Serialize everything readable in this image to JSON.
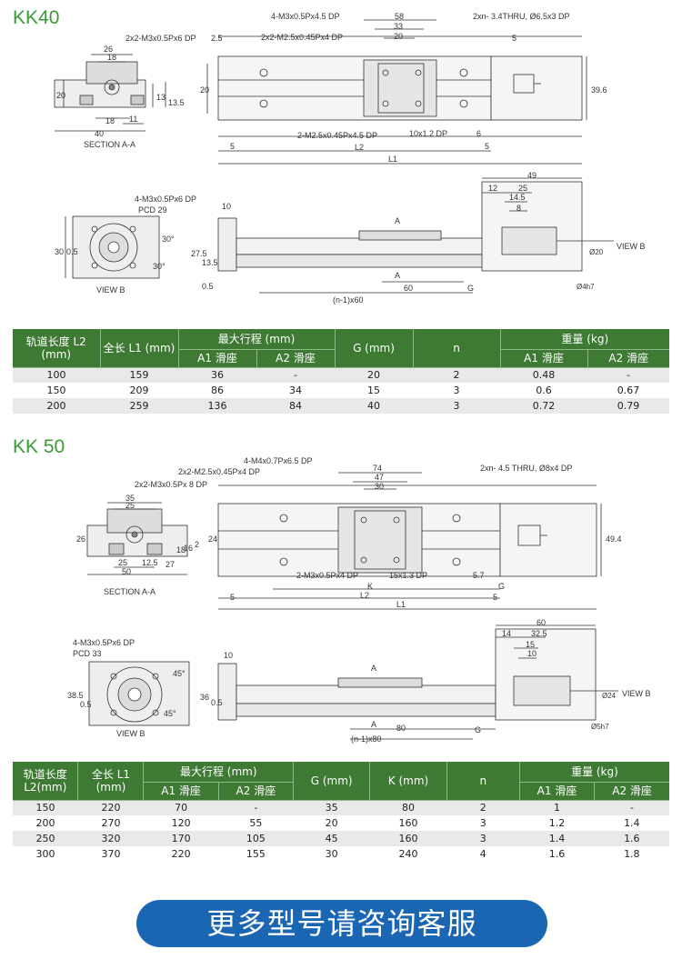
{
  "kk40": {
    "title": "KK40",
    "labels": {
      "m3_4": "4-M3x0.5Px4.5 DP",
      "m3_2": "2x2-M3x0.5Px6 DP",
      "m25_2": "2x2-M2.5x0.45Px4 DP",
      "thru": "2xn- 3.4THRU, Ø6.5x3 DP",
      "d58": "58",
      "d33": "33",
      "d20": "20",
      "d5": "5",
      "d26": "26",
      "d18": "18",
      "d18b": "18",
      "d11": "11",
      "d40": "40",
      "h20": "20",
      "h13": "13",
      "h135": "13.5",
      "d25": "2.5",
      "h20b": "20",
      "h396": "39.6",
      "m25_dp": "2-M2.5x0.45Px4.5 DP",
      "pin": "10x1.2 DP",
      "d6": "6",
      "section": "SECTION A-A",
      "b5": "5",
      "l2": "L2",
      "b5b": "5",
      "l1": "L1",
      "m3_pcd": "4-M3x0.5Px6 DP",
      "pcd": "PCD 29",
      "d49": "49",
      "d12": "12",
      "d25b": "25",
      "d145": "14.5",
      "d8": "8",
      "d10": "10",
      "h30": "30",
      "h05": "0.5",
      "h275": "27.5",
      "h135b": "13.5",
      "h05b": "0.5",
      "ang1": "30°",
      "ang2": "30°",
      "viewb": "VIEW B",
      "viewb2": "VIEW B",
      "a1": "A",
      "a2": "A",
      "d60": "60",
      "g": "G",
      "n60": "(n-1)x60",
      "phi20": "Ø20",
      "phi4": "Ø4h7"
    },
    "table": {
      "headers": {
        "rail": "轨道长度 L2 (mm)",
        "total": "全长 L1 (mm)",
        "stroke": "最大行程 (mm)",
        "a1": "A1 滑座",
        "a2": "A2 滑座",
        "g": "G (mm)",
        "n": "n",
        "weight": "重量 (kg)",
        "wa1": "A1 滑座",
        "wa2": "A2 滑座"
      },
      "rows": [
        [
          "100",
          "159",
          "36",
          "-",
          "20",
          "2",
          "0.48",
          "-"
        ],
        [
          "150",
          "209",
          "86",
          "34",
          "15",
          "3",
          "0.6",
          "0.67"
        ],
        [
          "200",
          "259",
          "136",
          "84",
          "40",
          "3",
          "0.72",
          "0.79"
        ]
      ]
    }
  },
  "kk50": {
    "title": "KK 50",
    "labels": {
      "m4": "4-M4x0.7Px6.5 DP",
      "m25": "2x2-M2.5x0.45Px4 DP",
      "m3": "2x2-M3x0.5Px 8 DP",
      "thru": "2xn- 4.5 THRU, Ø8x4 DP",
      "d74": "74",
      "d47": "47",
      "d30": "30",
      "d35": "35",
      "d25": "25",
      "d25b": "25",
      "d125": "12.5",
      "d50": "50",
      "h26": "26",
      "h24": "24",
      "h27": "27",
      "h18": "18",
      "h16": "16",
      "h2": "2",
      "h494": "49.4",
      "m3dp": "2-M3x0.5Px4 DP",
      "pin": "15x1.3 DP",
      "d57": "5.7",
      "k": "K",
      "g": "G",
      "section": "SECTION A-A",
      "b5": "5",
      "l2": "L2",
      "b5b": "5",
      "l1": "L1",
      "m3_pcd": "4-M3x0.5Px6 DP",
      "pcd": "PCD 33",
      "d60": "60",
      "d14": "14",
      "d325": "32.5",
      "d15": "15",
      "d10": "10",
      "d10b": "10",
      "h385": "38.5",
      "h05": "0.5",
      "h36": "36",
      "h05b": "0.5",
      "ang1": "45°",
      "ang2": "45°",
      "viewb": "VIEW B",
      "viewb2": "VIEW B",
      "a1": "A",
      "a2": "A",
      "d80": "80",
      "g2": "G",
      "n80": "(n-1)x80",
      "phi24": "Ø24",
      "phi5": "Ø5h7"
    },
    "table": {
      "headers": {
        "rail": "轨道长度 L2(mm)",
        "total": "全长 L1 (mm)",
        "stroke": "最大行程 (mm)",
        "a1": "A1 滑座",
        "a2": "A2 滑座",
        "g": "G (mm)",
        "k": "K (mm)",
        "n": "n",
        "weight": "重量 (kg)",
        "wa1": "A1 滑座",
        "wa2": "A2 滑座"
      },
      "rows": [
        [
          "150",
          "220",
          "70",
          "-",
          "35",
          "80",
          "2",
          "1",
          "-"
        ],
        [
          "200",
          "270",
          "120",
          "55",
          "20",
          "160",
          "3",
          "1.2",
          "1.4"
        ],
        [
          "250",
          "320",
          "170",
          "105",
          "45",
          "160",
          "3",
          "1.4",
          "1.6"
        ],
        [
          "300",
          "370",
          "220",
          "155",
          "30",
          "240",
          "4",
          "1.6",
          "1.8"
        ]
      ]
    }
  },
  "cta": {
    "label": "更多型号请咨询客服"
  }
}
